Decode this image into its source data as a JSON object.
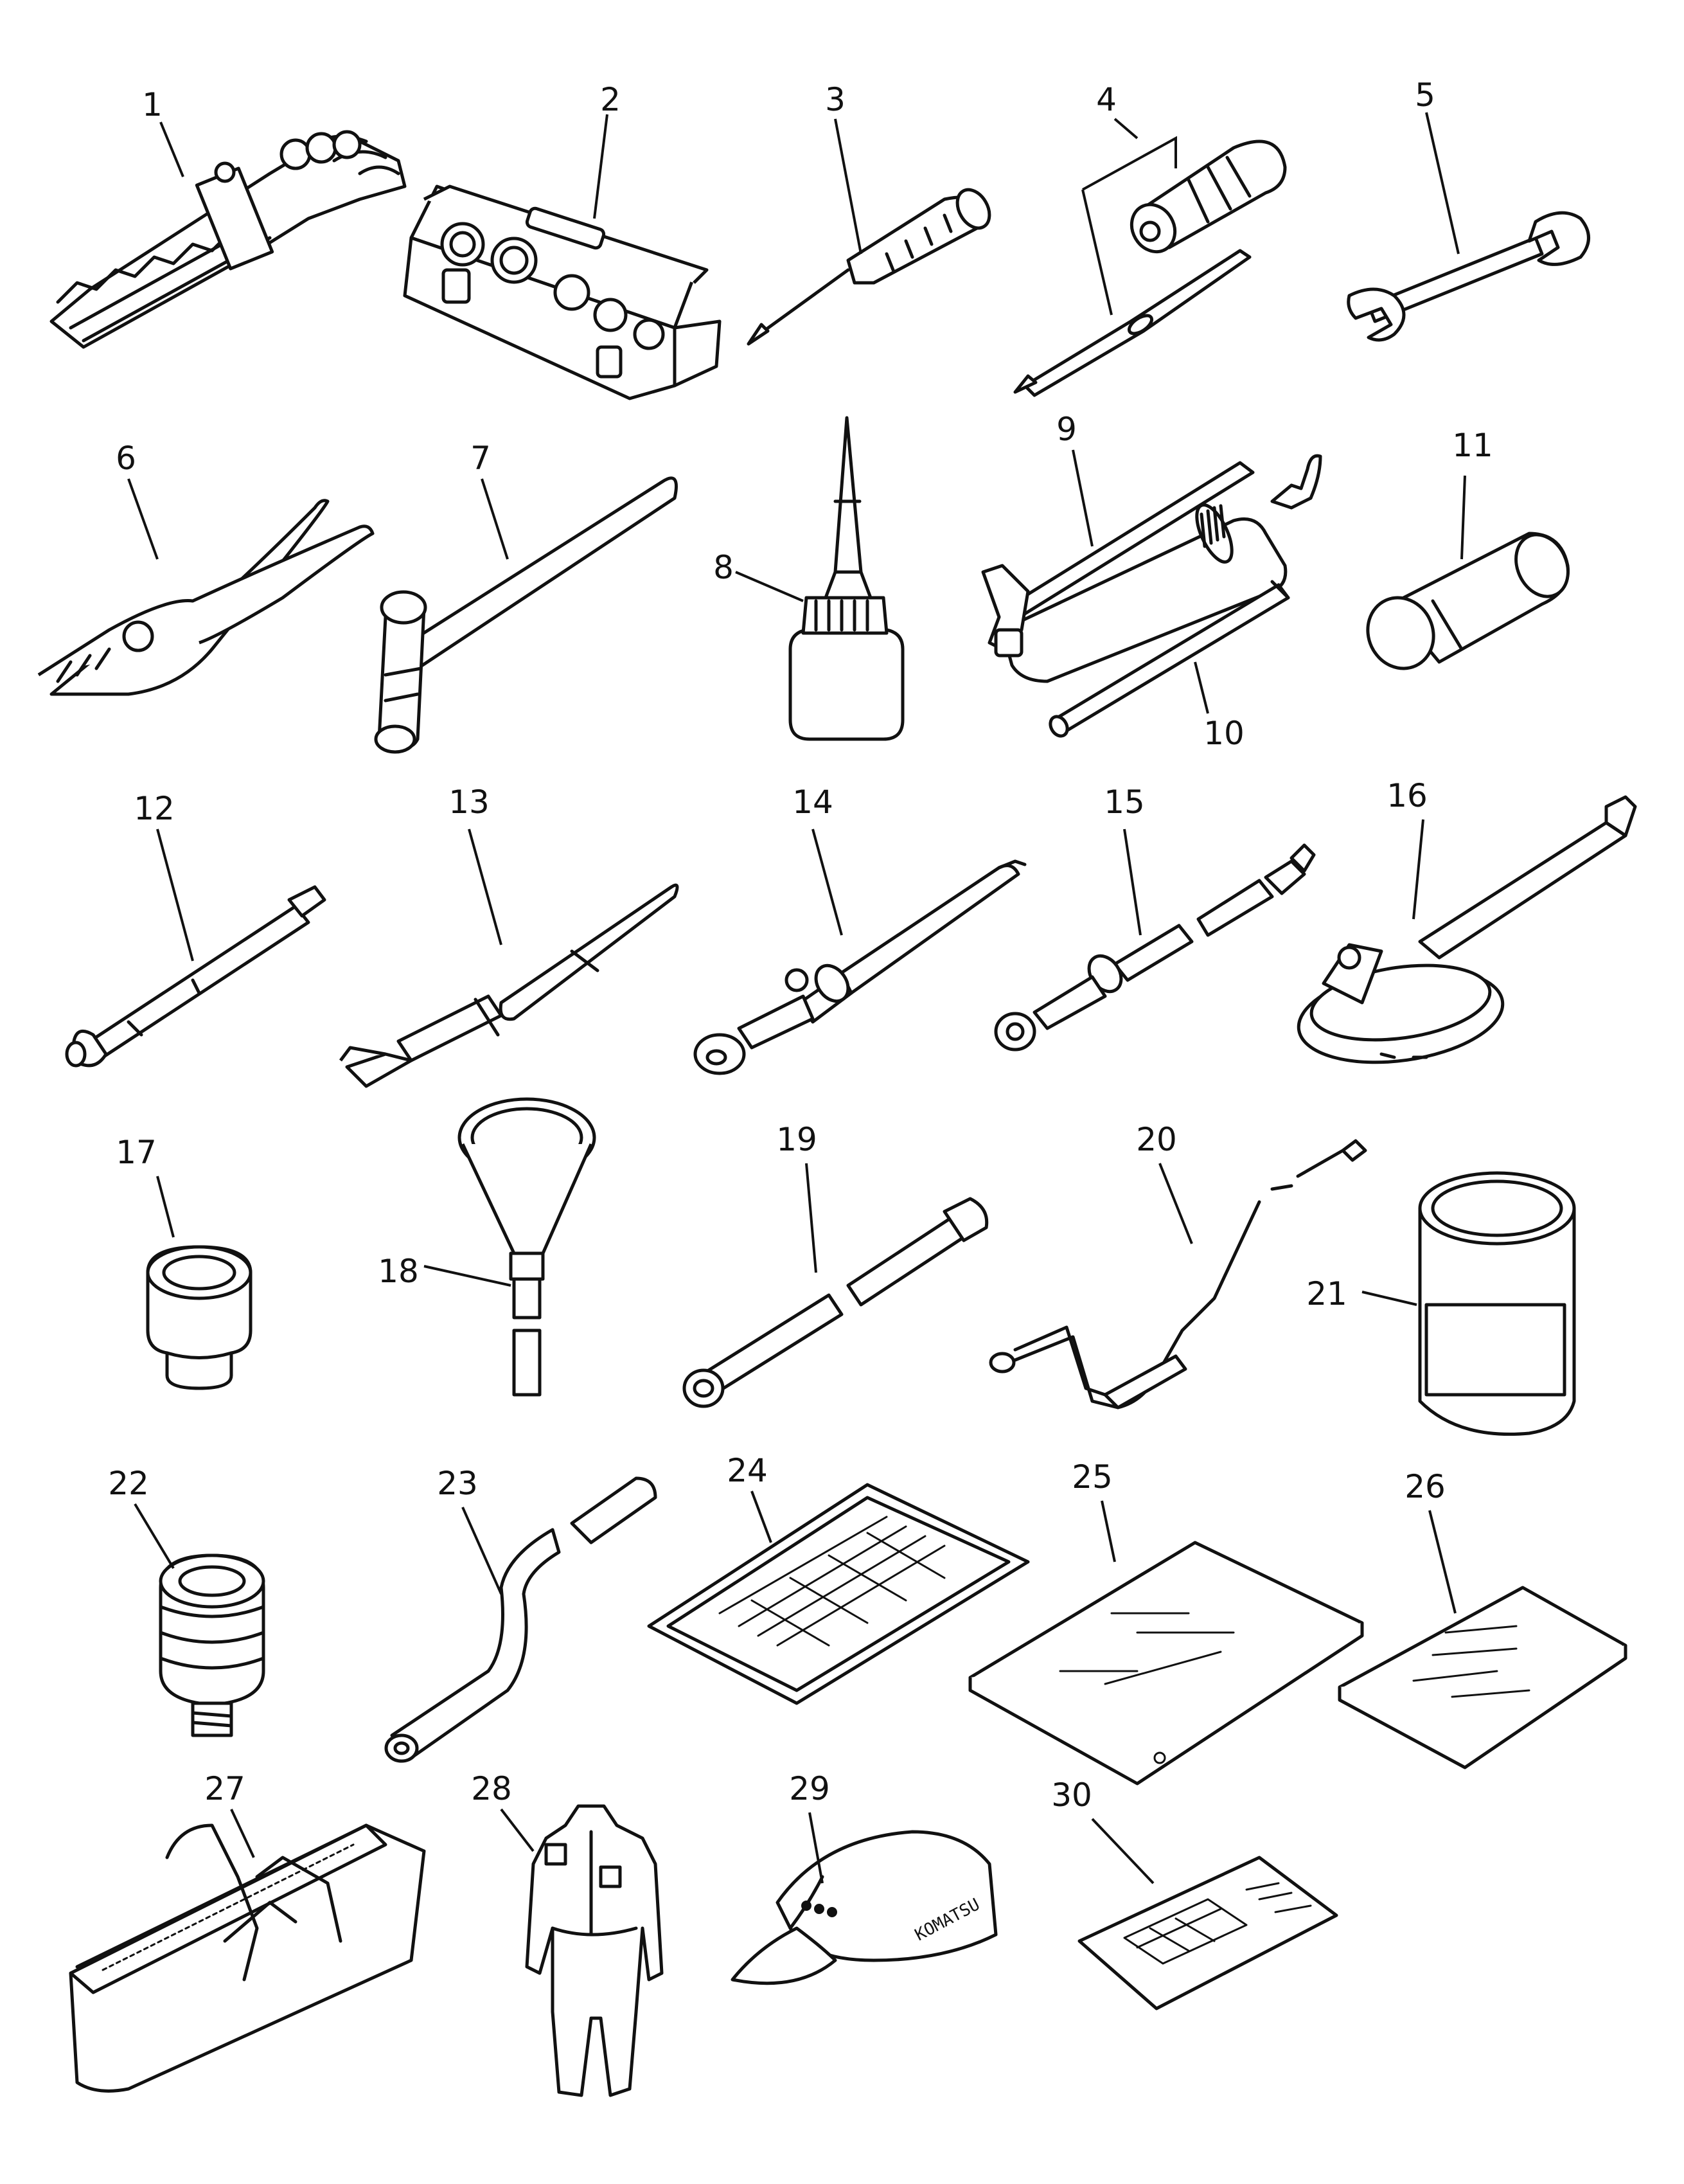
{
  "figure": {
    "callouts": [
      "1",
      "2",
      "3",
      "4",
      "5",
      "6",
      "7",
      "8",
      "9",
      "10",
      "11",
      "12",
      "13",
      "14",
      "15",
      "16",
      "17",
      "18",
      "19",
      "20",
      "21",
      "22",
      "23",
      "24",
      "25",
      "26",
      "27",
      "28",
      "29",
      "30"
    ],
    "cap_brand_text": "KOMATSU"
  },
  "colors": {
    "line": "#111111",
    "paper": "#ffffff"
  }
}
